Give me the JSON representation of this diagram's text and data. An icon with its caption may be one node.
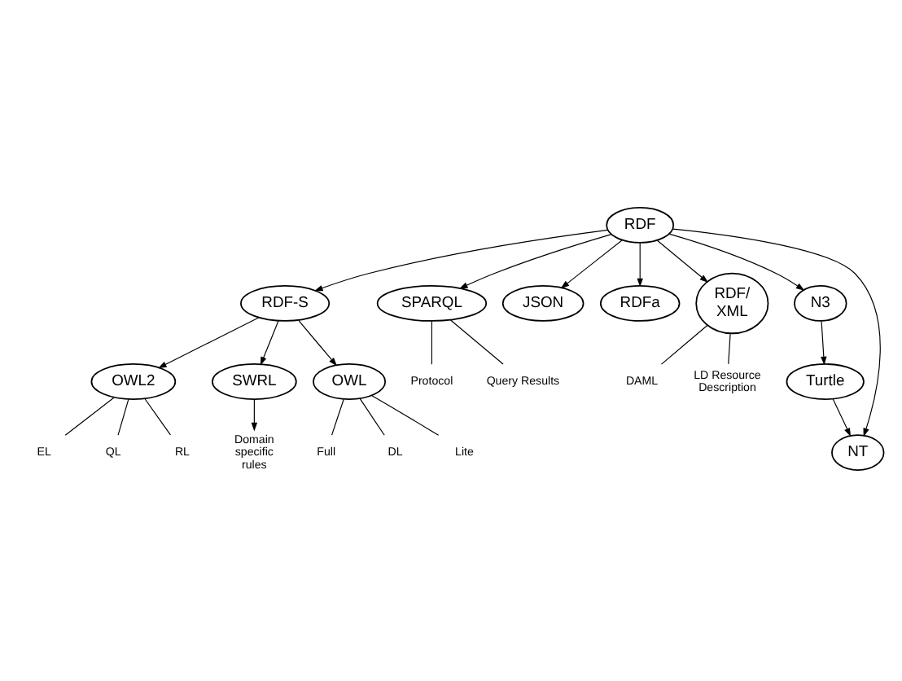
{
  "diagram": {
    "nodes": [
      {
        "text": [
          "Domain specific rules"
        ]
      },
      {
        "text": [
          "OWL2"
        ]
      },
      {
        "text": [
          "EL"
        ]
      },
      {
        "text": [
          "QL"
        ]
      },
      {
        "text": [
          "RL"
        ]
      },
      {
        "text": [
          "SWRL"
        ]
      },
      {
        "text": [
          "RDF-S"
        ]
      },
      {
        "text": [
          "OWL"
        ]
      },
      {
        "text": [
          "Full"
        ]
      },
      {
        "text": [
          "DL"
        ]
      },
      {
        "text": [
          "Lite"
        ]
      },
      {
        "text": [
          "SPARQL"
        ]
      },
      {
        "text": [
          "Protocol"
        ]
      },
      {
        "text": [
          "Query Results"
        ]
      },
      {
        "text": [
          "RDF"
        ]
      },
      {
        "text": [
          "JSON"
        ]
      },
      {
        "text": [
          "RDFa"
        ]
      },
      {
        "text": [
          "RDF/ XML"
        ]
      },
      {
        "text": [
          "N3"
        ]
      },
      {
        "text": [
          "NT"
        ]
      },
      {
        "text": [
          "Turtle"
        ]
      },
      {
        "text": [
          "DAML"
        ]
      },
      {
        "text": [
          "LD Resource Description"
        ]
      }
    ],
    "edges": [
      {
        "from": 5,
        "to": 0,
        "arrow": "to"
      },
      {
        "from": 1,
        "to": 2,
        "arrow": "none"
      },
      {
        "from": 1,
        "to": 3,
        "arrow": "none"
      },
      {
        "from": 1,
        "to": 4,
        "arrow": "none"
      },
      {
        "from": 6,
        "to": 1,
        "arrow": "to"
      },
      {
        "from": 6,
        "to": 5,
        "arrow": "to"
      },
      {
        "from": 6,
        "to": 7,
        "arrow": "to"
      },
      {
        "from": 7,
        "to": 8,
        "arrow": "none"
      },
      {
        "from": 7,
        "to": 9,
        "arrow": "none"
      },
      {
        "from": 7,
        "to": 10,
        "arrow": "none"
      },
      {
        "from": 14,
        "to": 6,
        "arrow": "to"
      },
      {
        "from": 14,
        "to": 11,
        "arrow": "to"
      },
      {
        "from": 11,
        "to": 12,
        "arrow": "none"
      },
      {
        "from": 11,
        "to": 13,
        "arrow": "none"
      },
      {
        "from": 14,
        "to": 15,
        "arrow": "to"
      },
      {
        "from": 14,
        "to": 16,
        "arrow": "to"
      },
      {
        "from": 14,
        "to": 17,
        "arrow": "to"
      },
      {
        "from": 14,
        "to": 18,
        "arrow": "to"
      },
      {
        "from": 14,
        "to": 19,
        "arrow": "to"
      },
      {
        "from": 18,
        "to": 20,
        "arrow": "to"
      },
      {
        "from": 20,
        "to": 19,
        "arrow": "to"
      },
      {
        "from": 17,
        "to": 21,
        "arrow": "none"
      },
      {
        "from": 17,
        "to": 22,
        "arrow": "none"
      }
    ]
  }
}
